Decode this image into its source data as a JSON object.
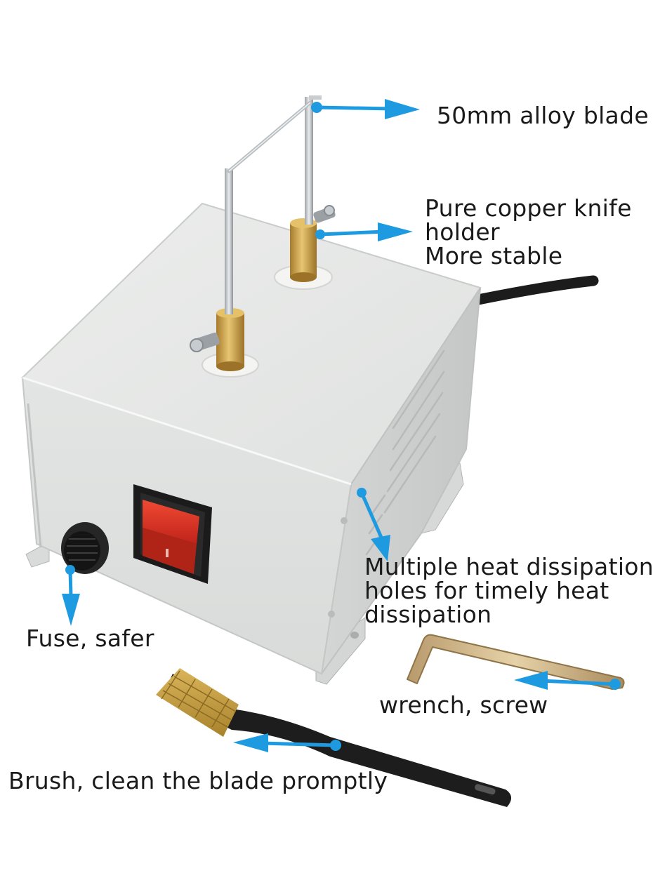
{
  "colors": {
    "accent_arrow": "#1e9be0",
    "enclosure": "#e4e6e5",
    "switch_red": "#e0311f",
    "brass": "#c9a14a",
    "brush_handle": "#1d1d1d"
  },
  "callouts": {
    "blade": {
      "lines": [
        "50mm alloy blade"
      ]
    },
    "holder": {
      "lines": [
        "Pure copper knife",
        "holder",
        "More stable"
      ]
    },
    "holes": {
      "lines": [
        "Multiple heat dissipation",
        "holes for timely heat",
        "dissipation"
      ]
    },
    "fuse": {
      "lines": [
        "Fuse, safer"
      ]
    },
    "wrench": {
      "lines": [
        "wrench, screw"
      ]
    },
    "brush": {
      "lines": [
        "Brush, clean the blade promptly"
      ]
    }
  }
}
